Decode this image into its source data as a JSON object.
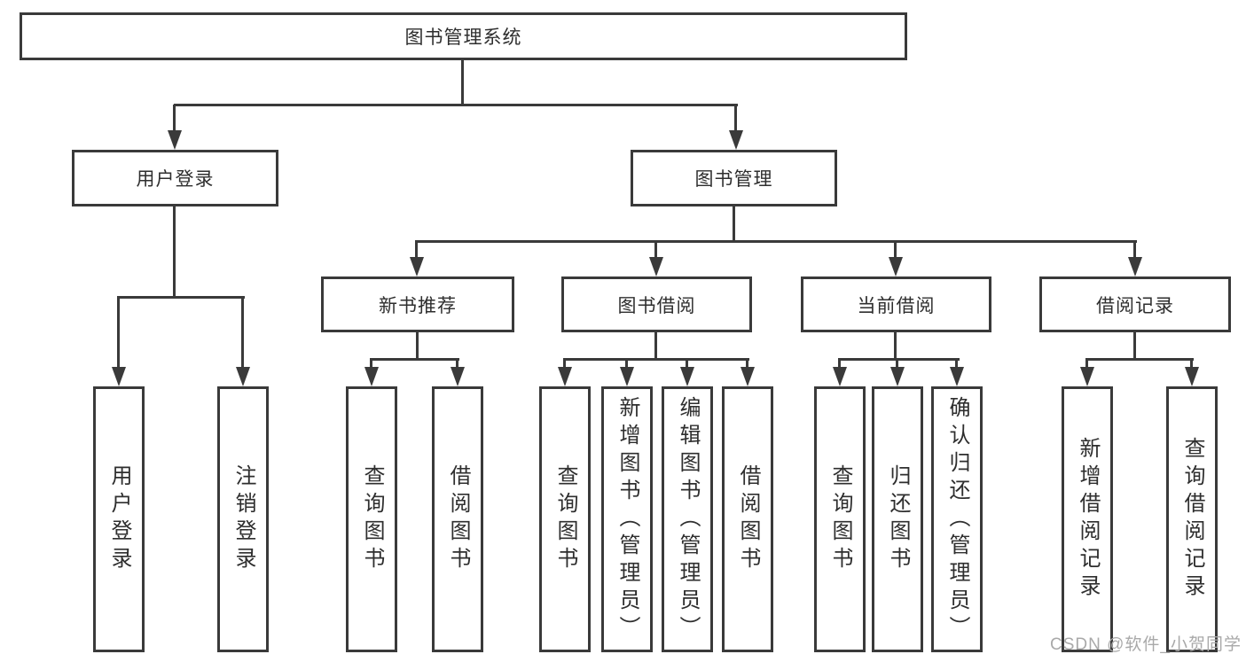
{
  "diagram": {
    "root": {
      "label": "图书管理系统"
    },
    "branches": {
      "user_login": {
        "label": "用户登录",
        "children": [
          "用户登录",
          "注销登录"
        ]
      },
      "book_management": {
        "label": "图书管理",
        "children": {
          "new_book_recommend": {
            "label": "新书推荐",
            "children": [
              "查询图书",
              "借阅图书"
            ]
          },
          "book_borrow": {
            "label": "图书借阅",
            "children": [
              "查询图书",
              "新增图书（管理员）",
              "编辑图书（管理员）",
              "借阅图书"
            ]
          },
          "current_borrow": {
            "label": "当前借阅",
            "children": [
              "查询图书",
              "归还图书",
              "确认归还（管理员）"
            ]
          },
          "borrow_records": {
            "label": "借阅记录",
            "children": [
              "新增借阅记录",
              "查询借阅记录"
            ]
          }
        }
      }
    }
  },
  "watermark": "CSDN @软件_小贺同学",
  "colors": {
    "line": "#3a3a3a",
    "text": "#2e2e2e",
    "watermark": "#a9a9a9",
    "background": "#ffffff"
  }
}
